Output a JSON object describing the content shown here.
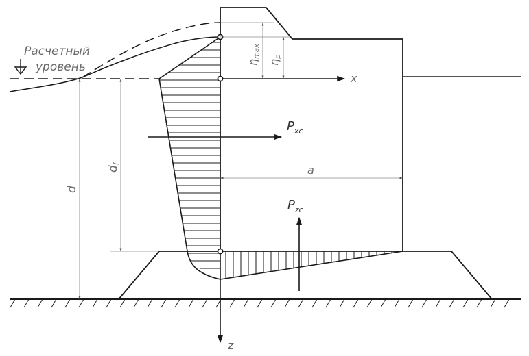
{
  "labels": {
    "design_level_line1": "Расчетный",
    "design_level_line2": "уровень",
    "x_axis": "x",
    "z_axis": "z",
    "force_horizontal_main": "P",
    "force_horizontal_sub": "xc",
    "force_vertical_main": "P",
    "force_vertical_sub": "zc",
    "dim_d": "d",
    "dim_df": "d",
    "dim_df_sub": "f",
    "dim_a": "a",
    "dim_eta_max": "η",
    "dim_eta_max_sub": "max",
    "dim_eta_p": "η",
    "dim_eta_p_sub": "p"
  }
}
